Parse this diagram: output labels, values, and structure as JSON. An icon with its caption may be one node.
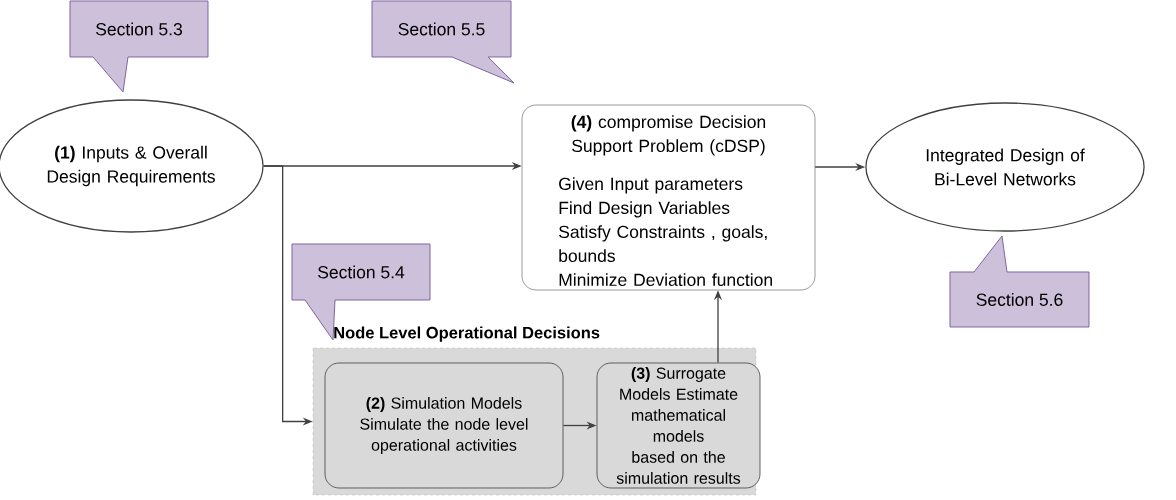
{
  "diagram": {
    "nodes": [
      {
        "text": [
          "**(1)** Inputs & Overall Design Requirements"
        ]
      },
      {
        "text": [
          "**(4)** compromise Decision Support Problem (cDSP)",
          "Given Input parameters",
          "Find Design Variables",
          "Satisfy Constraints , goals, bounds",
          "Minimize Deviation function"
        ]
      },
      {
        "text": [
          "Integrated Design of Bi-Level Networks"
        ]
      },
      {
        "text": [
          "Node Level Operational Decisions"
        ]
      },
      {
        "text": [
          "**(2)** Simulation Models Simulate the node level operational activities"
        ],
        "in": 3
      },
      {
        "text": [
          "**(3)** Surrogate Models Estimate mathematical models based on the simulation results"
        ],
        "in": 3
      },
      {
        "text": [
          "Section 5.3"
        ]
      },
      {
        "text": [
          "Section 5.5"
        ]
      },
      {
        "text": [
          "Section 5.4"
        ]
      },
      {
        "text": [
          "Section 5.6"
        ]
      }
    ],
    "edges": [
      {
        "from": 0,
        "to": 1,
        "arrow": "to"
      },
      {
        "from": 0,
        "to": 3,
        "arrow": "to"
      },
      {
        "from": 4,
        "to": 5,
        "arrow": "to"
      },
      {
        "from": 5,
        "to": 1,
        "arrow": "to"
      },
      {
        "from": 1,
        "to": 2,
        "arrow": "to"
      }
    ]
  }
}
